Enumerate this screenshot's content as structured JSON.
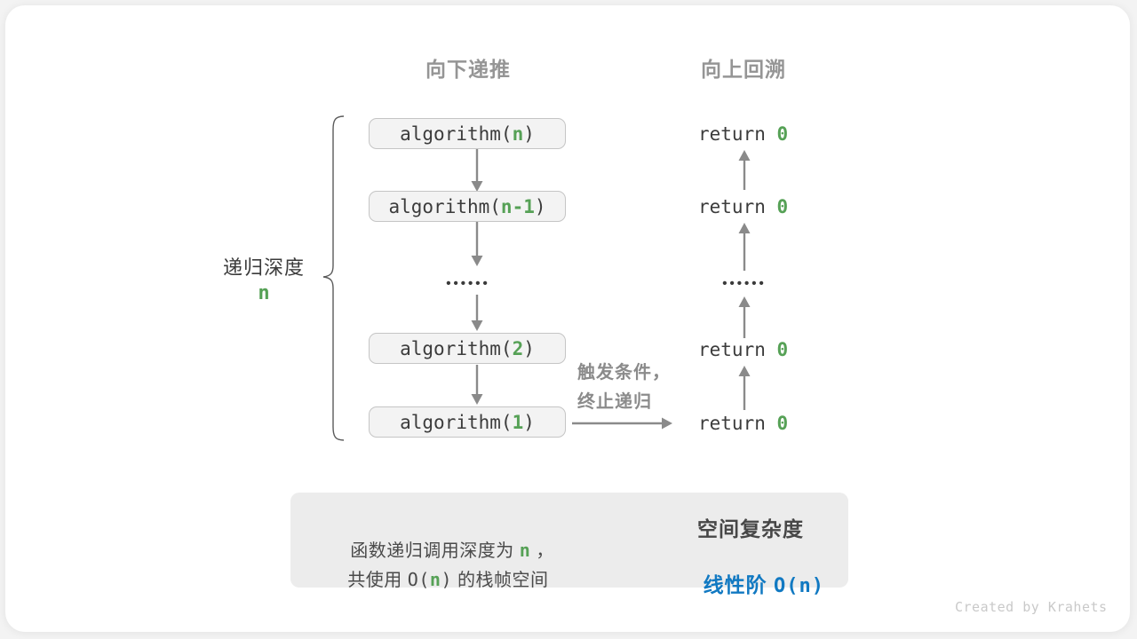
{
  "headers": {
    "descend": "向下递推",
    "backtrack": "向上回溯"
  },
  "depth": {
    "label": "递归深度",
    "value": "n"
  },
  "stack": {
    "frames": [
      {
        "pre": "algorithm(",
        "arg": "n",
        "post": ")"
      },
      {
        "pre": "algorithm(",
        "arg": "n-1",
        "post": ")"
      },
      {
        "pre": "algorithm(",
        "arg": "2",
        "post": ")"
      },
      {
        "pre": "algorithm(",
        "arg": "1",
        "post": ")"
      }
    ],
    "ellipsis": "••••••"
  },
  "returns": {
    "keyword": "return ",
    "value": "0",
    "ellipsis": "••••••"
  },
  "base_case": {
    "line1": "触发条件，",
    "line2": "终止递归"
  },
  "summary": {
    "l1_text": "函数递归调用深度为 ",
    "l1_var": "n",
    "l1_tail": " ，",
    "l2_text": "共使用 ",
    "l2_o": "O(",
    "l2_var": "n",
    "l2_close": ")",
    "l2_tail": " 的栈帧空间",
    "title": "空间复杂度",
    "result_label": "线性阶 ",
    "result_bigO": "O(n)"
  },
  "credit": "Created by Krahets",
  "colors": {
    "green": "#56a156",
    "blue": "#1179c2",
    "arrow_gray": "#8a8a8a",
    "box_fill": "#f3f3f3",
    "box_border": "#c5c5c5",
    "panel_fill": "#ececec"
  }
}
